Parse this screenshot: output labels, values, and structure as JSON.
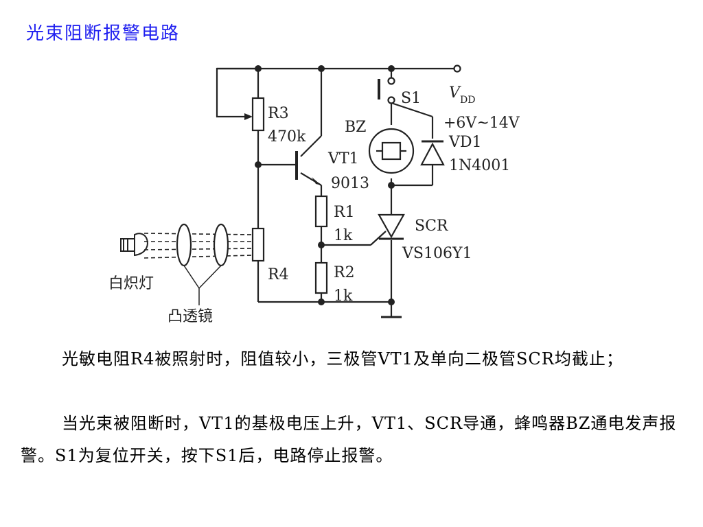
{
  "title": "光束阻断报警电路",
  "diagram": {
    "labels": {
      "r3_name": "R3",
      "r3_value": "470k",
      "s1": "S1",
      "vdd_v": "V",
      "vdd_sub": "DD",
      "vdd_range": "+6V~14V",
      "bz": "BZ",
      "vd1_name": "VD1",
      "vd1_part": "1N4001",
      "vt1_name": "VT1",
      "vt1_part": "9013",
      "r1_name": "R1",
      "r1_value": "1k",
      "scr_name": "SCR",
      "scr_part": "VS106Y1",
      "r2_name": "R2",
      "r2_value": "1k",
      "r4_name": "R4",
      "lamp": "白炽灯",
      "lens": "凸透镜"
    }
  },
  "text": {
    "p1": "光敏电阻R4被照射时，阻值较小，三极管VT1及单向二极管SCR均截止；",
    "p2": "当光束被阻断时，VT1的基极电压上升，VT1、SCR导通，蜂鸣器BZ通电发声报警。S1为复位开关，按下S1后，电路停止报警。"
  }
}
